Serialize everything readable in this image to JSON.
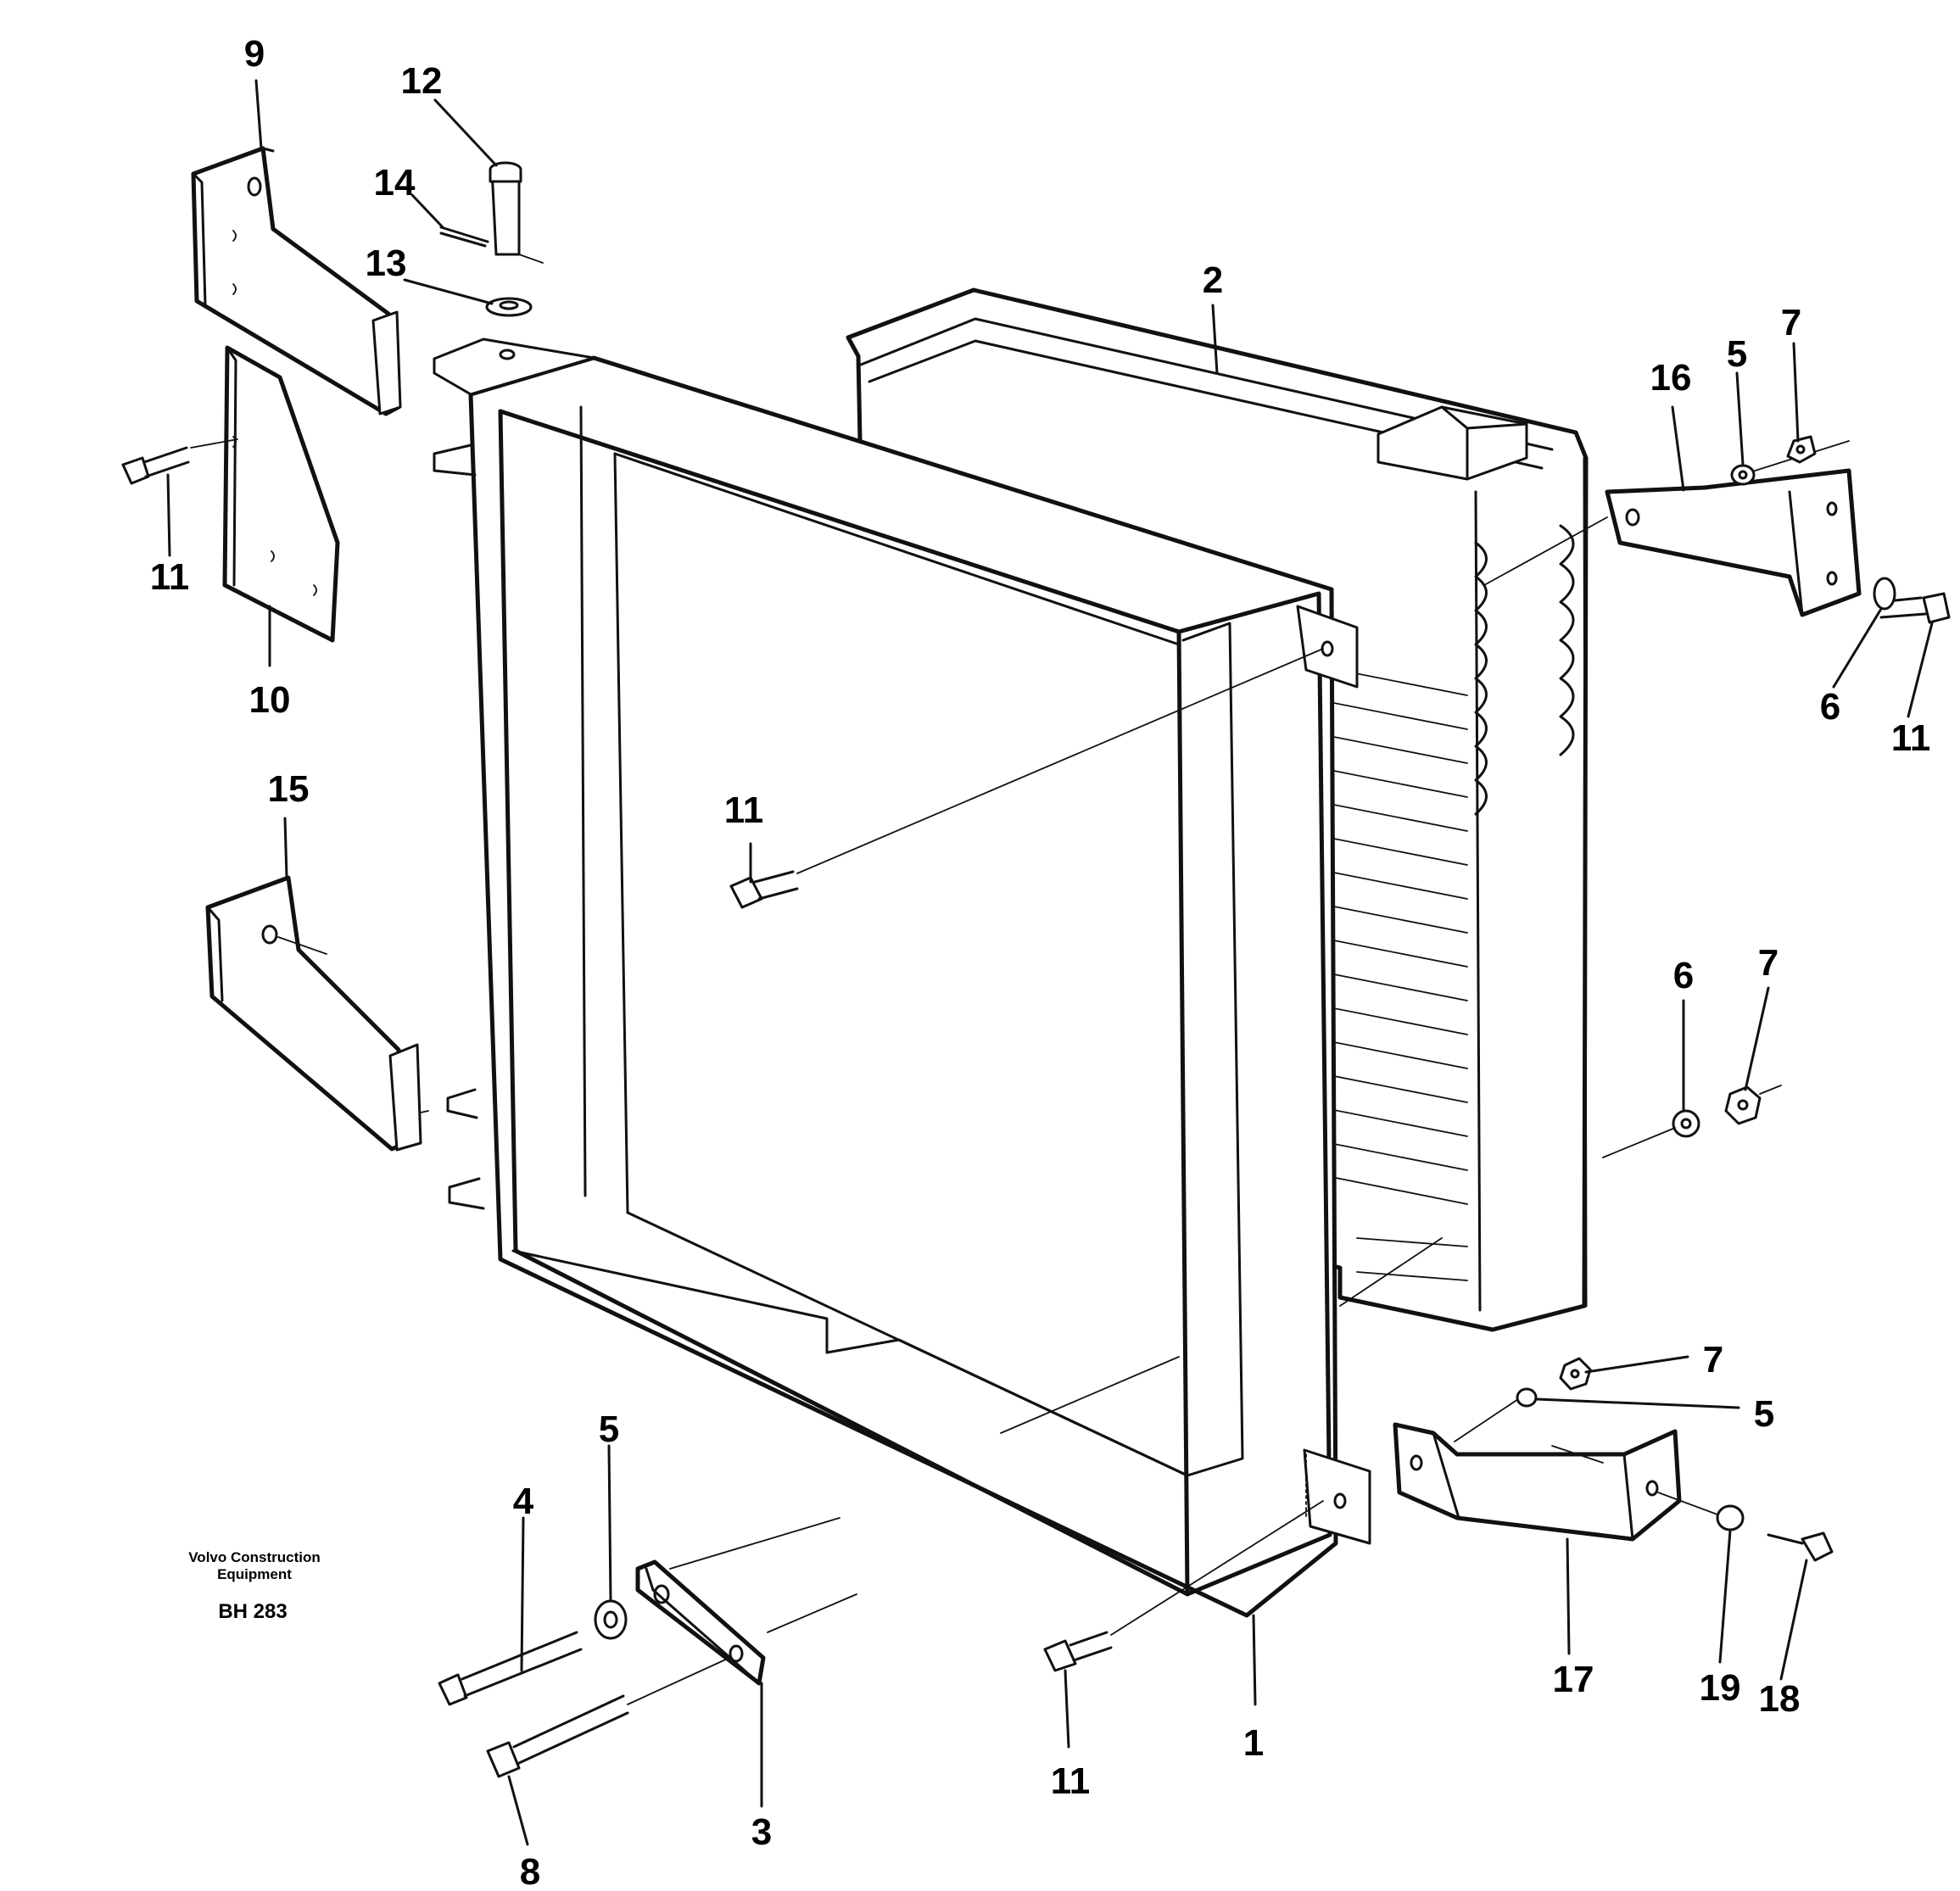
{
  "caption": {
    "maker_line1": "Volvo Construction",
    "maker_line2": "Equipment",
    "code": "BH 283"
  },
  "labels": {
    "l1": "1",
    "l2": "2",
    "l3": "3",
    "l4": "4",
    "l5a": "5",
    "l5b": "5",
    "l5c": "5",
    "l6a": "6",
    "l6b": "6",
    "l7a": "7",
    "l7b": "7",
    "l7c": "7",
    "l8": "8",
    "l9": "9",
    "l10": "10",
    "l11a": "11",
    "l11b": "11",
    "l11c": "11",
    "l11d": "11",
    "l12": "12",
    "l13": "13",
    "l14": "14",
    "l15": "15",
    "l16": "16",
    "l17": "17",
    "l18": "18",
    "l19": "19"
  }
}
